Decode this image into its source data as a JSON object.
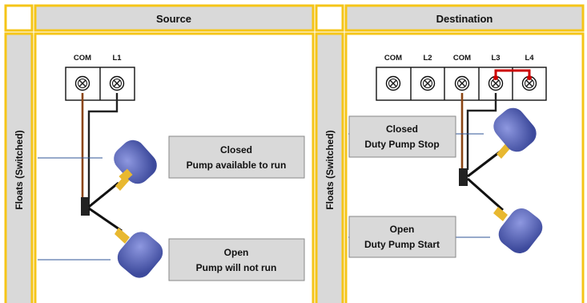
{
  "headers": {
    "source": "Source",
    "destination": "Destination"
  },
  "side_labels": {
    "left": "Floats (Switched)",
    "right": "Floats (Switched)"
  },
  "source": {
    "terminals": [
      "COM",
      "L1"
    ],
    "callout_closed": {
      "line1": "Closed",
      "line2": "Pump available to run"
    },
    "callout_open": {
      "line1": "Open",
      "line2": "Pump will not run"
    }
  },
  "destination": {
    "terminals": [
      "COM",
      "L2",
      "COM",
      "L3",
      "L4"
    ],
    "callout_closed": {
      "line1": "Closed",
      "line2": "Duty Pump Stop"
    },
    "callout_open": {
      "line1": "Open",
      "line2": "Duty Pump Start"
    }
  },
  "colors": {
    "frame": "#f5c518",
    "header_bg": "#d9d9d9",
    "callout_bg": "#d9d9d9",
    "wire_brown": "#8b4513",
    "wire_black": "#222222",
    "jumper_red": "#cc0000",
    "float_blue": "#5a66b8",
    "float_yellow": "#e8b830",
    "leader_blue": "#2f5597"
  }
}
